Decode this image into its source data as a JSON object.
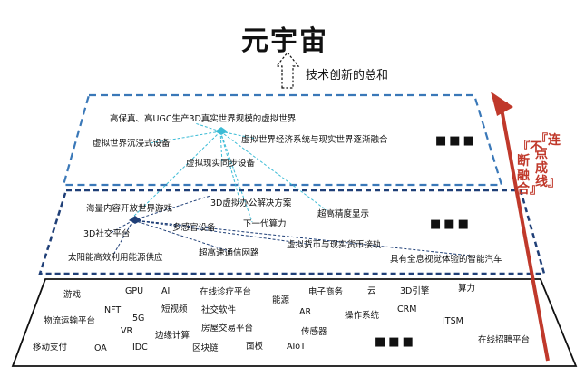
{
  "title": "元宇宙",
  "subtitle": "技术创新的总和",
  "side_label_1": "『连点成线』",
  "side_label_2": "『不断融合』",
  "top_layer": {
    "items": [
      "高保真、高UGC生产3D真实世界规模的虚拟世界",
      "虚拟世界沉浸式设备",
      "虚拟世界经济系统与现实世界逐渐融合",
      "虚拟现实同步设备"
    ],
    "ellipsis": "■■■"
  },
  "middle_layer": {
    "items": [
      "海量内容开放世界游戏",
      "3D虚拟办公解决方案",
      "3D社交平台",
      "多感官设备",
      "下一代算力",
      "超高精度显示",
      "超高速通信网路",
      "虚拟货币与现实货币接轨",
      "太阳能高效利用能源供应",
      "具有全息视觉体验的智能汽车"
    ],
    "ellipsis": "■■■"
  },
  "bottom_layer": {
    "items": [
      "游戏",
      "GPU",
      "AI",
      "在线诊疗平台",
      "电子商务",
      "云",
      "3D引擎",
      "算力",
      "NFT",
      "能源",
      "5G",
      "短视频",
      "AR",
      "CRM",
      "物流运输平台",
      "VR",
      "社交软件",
      "操作系统",
      "ITSM",
      "房屋交易平台",
      "传感器",
      "边缘计算",
      "移动支付",
      "OA",
      "IDC",
      "区块链",
      "面板",
      "AIoT",
      "在线招聘平台"
    ],
    "ellipsis": "■■■"
  },
  "colors": {
    "dash_blue": "#3a78b8",
    "dark_blue": "#1f3f77",
    "arrow_red": "#c0392b",
    "teal_node": "#3cbcd6"
  }
}
